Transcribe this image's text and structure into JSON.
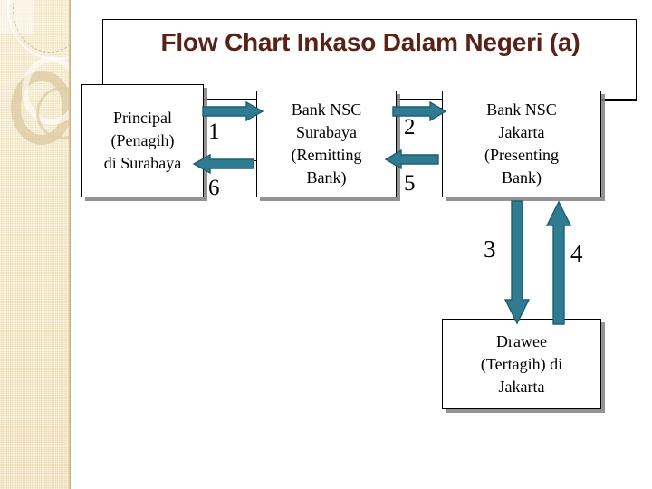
{
  "slide": {
    "title": "Flow Chart Inkaso Dalam Negeri (a)",
    "title_color": "#5A2116",
    "background_color": "#FFFFFF",
    "arrow_color": "#2F7C92",
    "arrow_outline_color": "#1F5E70",
    "panel_color": "#F0E2BD"
  },
  "nodes": [
    {
      "id": "principal",
      "label": "Principal\n(Penagih)\ndi Surabaya",
      "lines": [
        "Principal",
        "(Penagih)",
        "di Surabaya"
      ]
    },
    {
      "id": "remitting",
      "label": "Bank NSC Surabaya (Remitting Bank)",
      "lines": [
        "Bank NSC",
        "Surabaya",
        "(Remitting",
        "Bank)"
      ]
    },
    {
      "id": "presenting",
      "label": "Bank NSC Jakarta (Presenting Bank)",
      "lines": [
        "Bank NSC",
        "Jakarta",
        "(Presenting",
        "Bank)"
      ]
    },
    {
      "id": "drawee",
      "label": "Drawee (Tertagih) di Jakarta",
      "lines": [
        "Drawee",
        "(Tertagih) di",
        "Jakarta"
      ]
    }
  ],
  "node_text": {
    "principal_l1": "Principal",
    "principal_l2": "(Penagih)",
    "principal_l3": "di Surabaya",
    "remitting_l1": "Bank NSC",
    "remitting_l2": "Surabaya",
    "remitting_l3": "(Remitting",
    "remitting_l4": "Bank)",
    "presenting_l1": "Bank NSC",
    "presenting_l2": "Jakarta",
    "presenting_l3": "(Presenting",
    "presenting_l4": "Bank)",
    "drawee_l1": "Drawee",
    "drawee_l2": "(Tertagih) di",
    "drawee_l3": "Jakarta"
  },
  "steps": [
    {
      "number": "1",
      "from": "principal",
      "to": "remitting",
      "direction": "right"
    },
    {
      "number": "2",
      "from": "remitting",
      "to": "presenting",
      "direction": "right"
    },
    {
      "number": "3",
      "from": "presenting",
      "to": "drawee",
      "direction": "down"
    },
    {
      "number": "4",
      "from": "drawee",
      "to": "presenting",
      "direction": "up"
    },
    {
      "number": "5",
      "from": "presenting",
      "to": "remitting",
      "direction": "left"
    },
    {
      "number": "6",
      "from": "remitting",
      "to": "principal",
      "direction": "left"
    }
  ],
  "step_labels": {
    "s1": "1",
    "s2": "2",
    "s3": "3",
    "s4": "4",
    "s5": "5",
    "s6": "6"
  }
}
